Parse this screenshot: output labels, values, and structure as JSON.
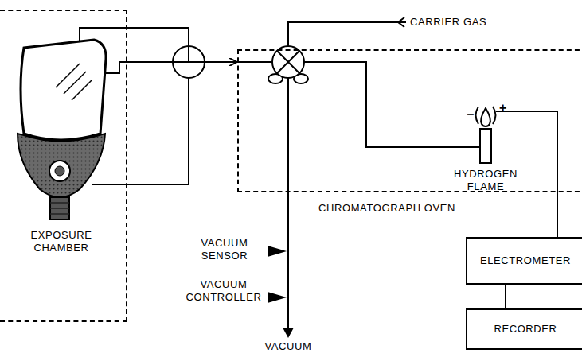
{
  "diagram": {
    "nodes": [
      {
        "text": [
          "EXPOSURE CHAMBER"
        ]
      },
      {
        "text": [
          "CHROMATOGRAPH OVEN"
        ]
      },
      {
        "text": [
          "ELECTROMETER"
        ]
      },
      {
        "text": [
          "RECORDER"
        ]
      }
    ],
    "edges": [
      {
        "from": 0,
        "to": 1,
        "arrow": "to"
      },
      {
        "from": 1,
        "to": 2,
        "arrow": "none"
      },
      {
        "from": 2,
        "to": 3,
        "arrow": "none"
      }
    ],
    "labels": [
      "CARRIER GAS",
      "−",
      "+",
      "HYDROGEN FLAME",
      "VACUUM SENSOR",
      "VACUUM CONTROLLER",
      "VACUUM"
    ]
  }
}
